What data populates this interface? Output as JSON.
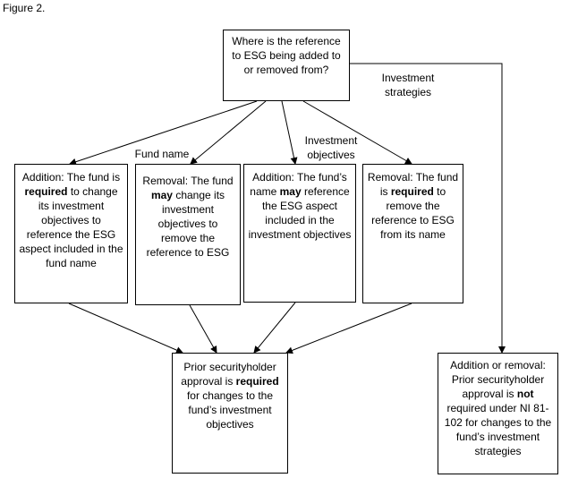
{
  "figure_label": "Figure 2.",
  "nodes": {
    "question": {
      "text": "Where is the reference to ESG being added to or removed from?"
    },
    "fund_addition": {
      "parts": [
        "Addition: The fund is ",
        "required",
        " to change its investment objectives to reference the ESG aspect included in the fund name"
      ]
    },
    "fund_removal": {
      "parts": [
        "Removal: The fund ",
        "may",
        " change its investment objectives to remove the reference to ESG"
      ]
    },
    "objectives_addition": {
      "parts": [
        "Addition: The fund’s name ",
        "may",
        " reference the ESG aspect included in the investment objectives"
      ]
    },
    "objectives_removal": {
      "parts": [
        "Removal: The fund is ",
        "required",
        " to remove the reference to ESG from its name"
      ]
    },
    "approval_required": {
      "parts": [
        "Prior securityholder approval is ",
        "required",
        " for changes to the fund’s investment objectives"
      ]
    },
    "approval_not_required": {
      "parts": [
        "Addition or removal: Prior securityholder approval is ",
        "not",
        " required under NI 81-102 for changes to the fund’s investment strategies"
      ]
    }
  },
  "edge_labels": {
    "fund_name": "Fund name",
    "investment_objectives": "Investment objectives",
    "investment_strategies": "Investment strategies"
  }
}
